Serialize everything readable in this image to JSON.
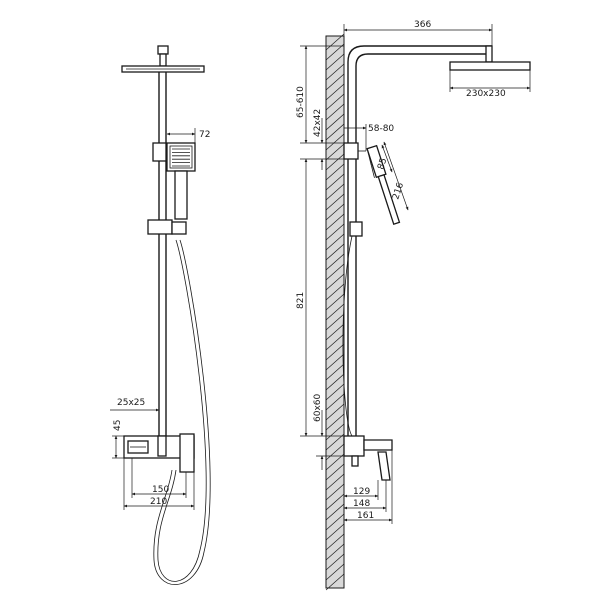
{
  "front_view": {
    "dimensions": {
      "handset_width": "72",
      "bar_section": "25x25",
      "valve_height": "45",
      "valve_inner_width": "150",
      "valve_outer_width": "210"
    }
  },
  "side_view": {
    "dimensions": {
      "arm_projection": "366",
      "head_size": "230x230",
      "height_range": "65-610",
      "bracket_size": "42x42",
      "bracket_projection": "58-80",
      "handset_head": "85",
      "handset_length": "216",
      "rail_height": "821",
      "valve_size": "60x60",
      "valve_projection_1": "129",
      "valve_projection_2": "148",
      "valve_projection_3": "161"
    }
  },
  "colors": {
    "line": "#1a1a1a",
    "background": "#ffffff",
    "wall_fill": "#d9d9d9"
  }
}
